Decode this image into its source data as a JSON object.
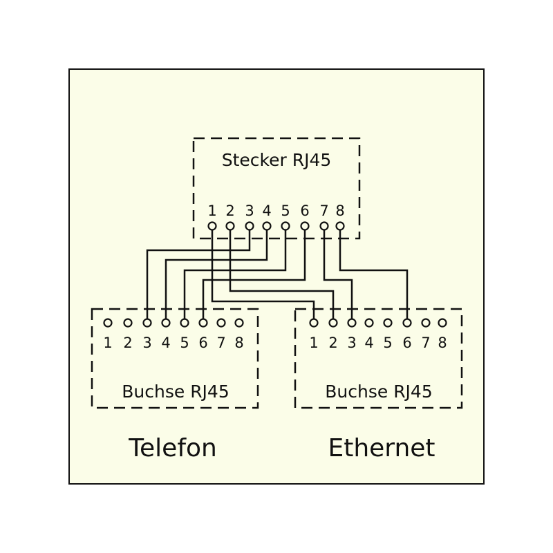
{
  "colors": {
    "background": "#fbfde8",
    "line": "#111111"
  },
  "plug": {
    "title": "Stecker RJ45",
    "pins": [
      "1",
      "2",
      "3",
      "4",
      "5",
      "6",
      "7",
      "8"
    ]
  },
  "jacks": [
    {
      "title": "Buchse RJ45",
      "label": "Telefon",
      "pins": [
        "1",
        "2",
        "3",
        "4",
        "5",
        "6",
        "7",
        "8"
      ]
    },
    {
      "title": "Buchse RJ45",
      "label": "Ethernet",
      "pins": [
        "1",
        "2",
        "3",
        "4",
        "5",
        "6",
        "7",
        "8"
      ]
    }
  ],
  "wiring": [
    {
      "plug_pin": 3,
      "jack": "Telefon",
      "jack_pin": 3
    },
    {
      "plug_pin": 4,
      "jack": "Telefon",
      "jack_pin": 4
    },
    {
      "plug_pin": 5,
      "jack": "Telefon",
      "jack_pin": 5
    },
    {
      "plug_pin": 6,
      "jack": "Telefon",
      "jack_pin": 6
    },
    {
      "plug_pin": 1,
      "jack": "Ethernet",
      "jack_pin": 1
    },
    {
      "plug_pin": 2,
      "jack": "Ethernet",
      "jack_pin": 2
    },
    {
      "plug_pin": 7,
      "jack": "Ethernet",
      "jack_pin": 3
    },
    {
      "plug_pin": 8,
      "jack": "Ethernet",
      "jack_pin": 6
    }
  ]
}
